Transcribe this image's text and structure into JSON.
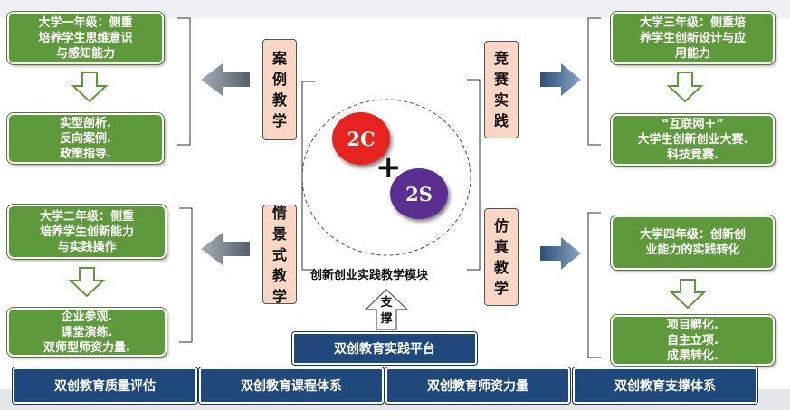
{
  "left_top": {
    "stage": "大学一年级：侧重\n培养学生思维意识\n与感知能力",
    "detail": "实型剖析.\n反向案例.\n政策指导."
  },
  "left_bottom": {
    "stage": "大学二年级：侧重\n培养学生创新能力\n与实践操作",
    "detail": "企业参观.\n课堂演练.\n双师型师资力量."
  },
  "right_top": {
    "stage": "大学三年级：侧重培\n养学生创新设计与应\n用能力",
    "detail": "“互联网＋”\n大学生创新创业大赛.\n科技竞赛."
  },
  "right_bottom": {
    "stage": "大学四年级：创新创\n业能力的实践转化",
    "detail": "项目孵化.\n自主立项.\n成果转化."
  },
  "teaching": {
    "case": "案例教学",
    "scenario": "情景式教学",
    "competition": "竞赛实践",
    "simulation": "仿真教学"
  },
  "center": {
    "c2": "2C",
    "plus": "+",
    "s2": "2S",
    "module": "创新创业实践教学模块",
    "support": "支撑"
  },
  "platform": "双创教育实践平台",
  "systems": [
    "双创教育质量评估",
    "双创教育课程体系",
    "双创教育师资力量",
    "双创教育支撑体系"
  ],
  "colors": {
    "green": "#5e9a3c",
    "navy": "#1f497d",
    "peach": "#f9d7c4",
    "red": "#e8231f",
    "purple": "#5b2f8f",
    "arrow_gray": "#7f8a95"
  }
}
